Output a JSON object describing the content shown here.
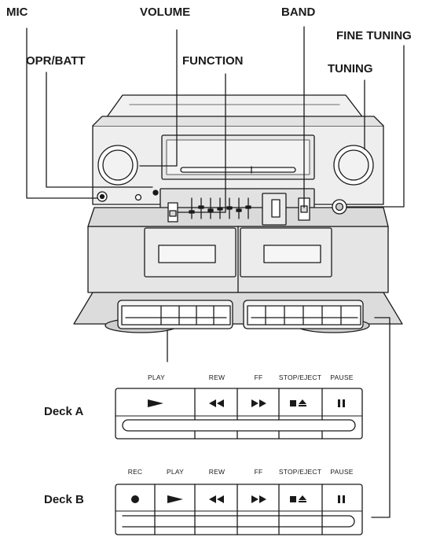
{
  "callouts": {
    "mic": "MIC",
    "volume": "VOLUME",
    "band": "BAND",
    "fine_tuning": "FINE TUNING",
    "opr_batt": "OPR/BATT",
    "function": "FUNCTION",
    "tuning": "TUNING"
  },
  "deck_a": {
    "label": "Deck A",
    "buttons": [
      {
        "caption": "PLAY",
        "icon": "play-icon"
      },
      {
        "caption": "REW",
        "icon": "rewind-icon"
      },
      {
        "caption": "FF",
        "icon": "fast-forward-icon"
      },
      {
        "caption": "STOP/EJECT",
        "icon": "stop-eject-icon"
      },
      {
        "caption": "PAUSE",
        "icon": "pause-icon"
      }
    ]
  },
  "deck_b": {
    "label": "Deck B",
    "buttons": [
      {
        "caption": "REC",
        "icon": "record-icon"
      },
      {
        "caption": "PLAY",
        "icon": "play-icon"
      },
      {
        "caption": "REW",
        "icon": "rewind-icon"
      },
      {
        "caption": "FF",
        "icon": "fast-forward-icon"
      },
      {
        "caption": "STOP/EJECT",
        "icon": "stop-eject-icon"
      },
      {
        "caption": "PAUSE",
        "icon": "pause-icon"
      }
    ]
  }
}
